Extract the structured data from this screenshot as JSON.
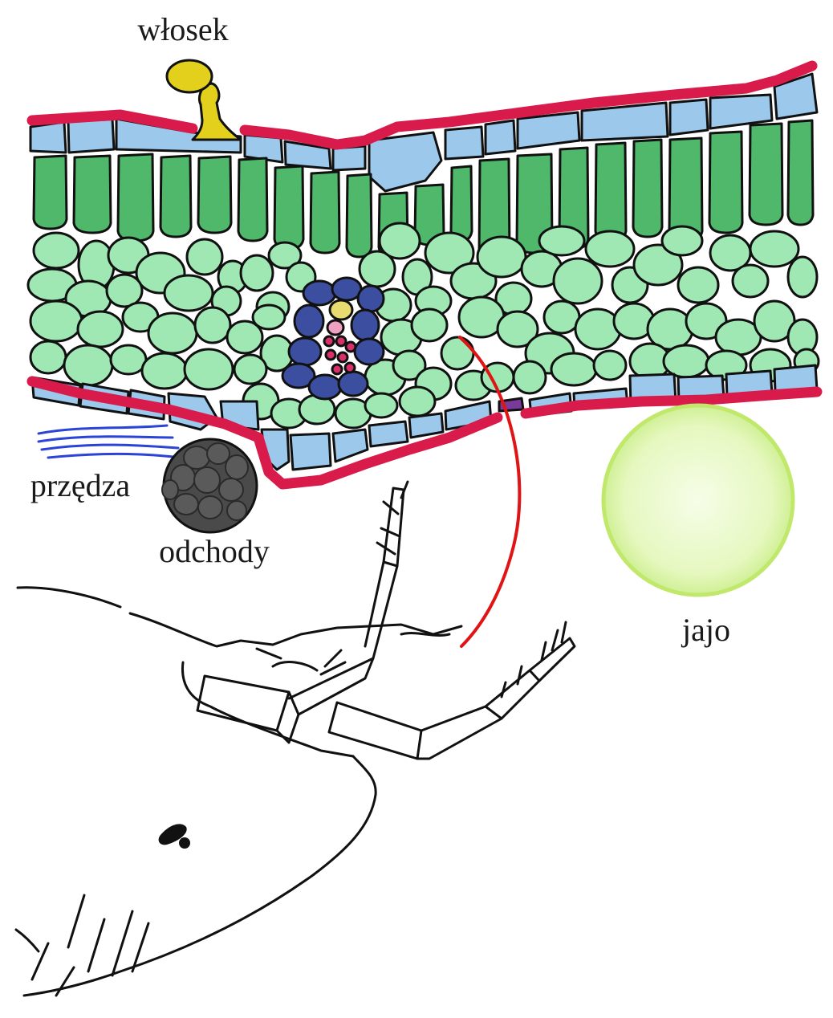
{
  "labels": {
    "hair": "włosek",
    "silk": "przędza",
    "feces": "odchody",
    "egg": "jajo"
  },
  "colors": {
    "cuticle": "#d81b4a",
    "epidermis": "#9cc8ec",
    "palisade": "#4fb86b",
    "spongy": "#9fe8b4",
    "vein_outer": "#3b4ea0",
    "vein_xylem": "#e8dc70",
    "vein_pink": "#f0a0c0",
    "vein_phloem": "#d8306a",
    "hair": "#e2d01c",
    "silk": "#2a44d8",
    "feces": "#4a4a4a",
    "egg": "#d8f4a8",
    "stylet": "#e01414",
    "outline": "#111111"
  }
}
